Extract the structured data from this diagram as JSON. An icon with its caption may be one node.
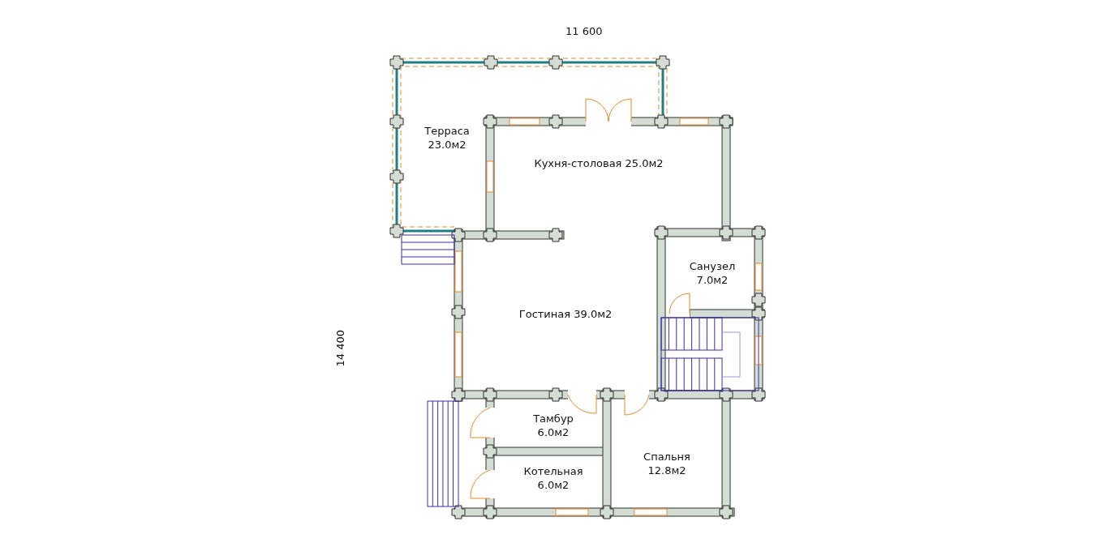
{
  "diagram": {
    "nodes": [
      {
        "text": [
          "Терраса 23.0м2"
        ]
      },
      {
        "text": [
          "Кухня-столовая 25.0м2"
        ]
      },
      {
        "text": [
          "Санузел 7.0м2"
        ]
      },
      {
        "text": [
          "Гостиная 39.0м2"
        ]
      },
      {
        "text": [
          "Тамбур 6.0м2"
        ]
      },
      {
        "text": [
          "Котельная 6.0м2"
        ]
      },
      {
        "text": [
          "Спальня 12.8м2"
        ]
      }
    ],
    "labels": [
      "11 600",
      "14 400"
    ]
  }
}
